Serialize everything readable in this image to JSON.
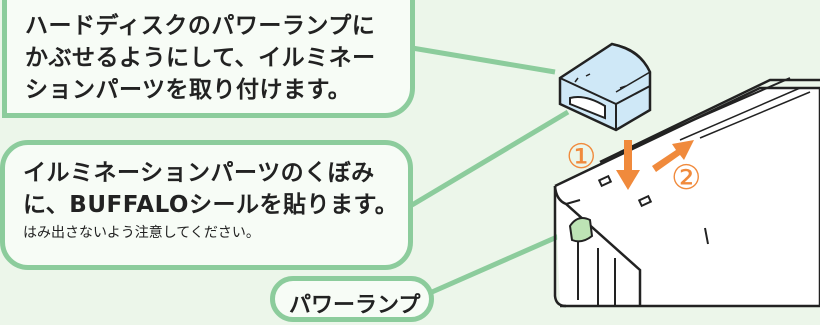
{
  "callouts": {
    "top": {
      "lines": [
        "ハードディスクのパワーランプに",
        "かぶせるようにして、イルミネー",
        "ションパーツを取り付けます。"
      ]
    },
    "middle": {
      "lines": [
        "イルミネーションパーツのくぼみ",
        "に、BUFFALOシールを貼ります。"
      ],
      "note": "はみ出さないよう注意してください。"
    },
    "bottom": {
      "label": "パワーランプ"
    }
  },
  "steps": [
    "①",
    "②"
  ],
  "colors": {
    "background": "#ecf6ea",
    "callout_border": "#8ccc9c",
    "arrow": "#f08a3c",
    "part_fill": "#cfe8f7"
  }
}
